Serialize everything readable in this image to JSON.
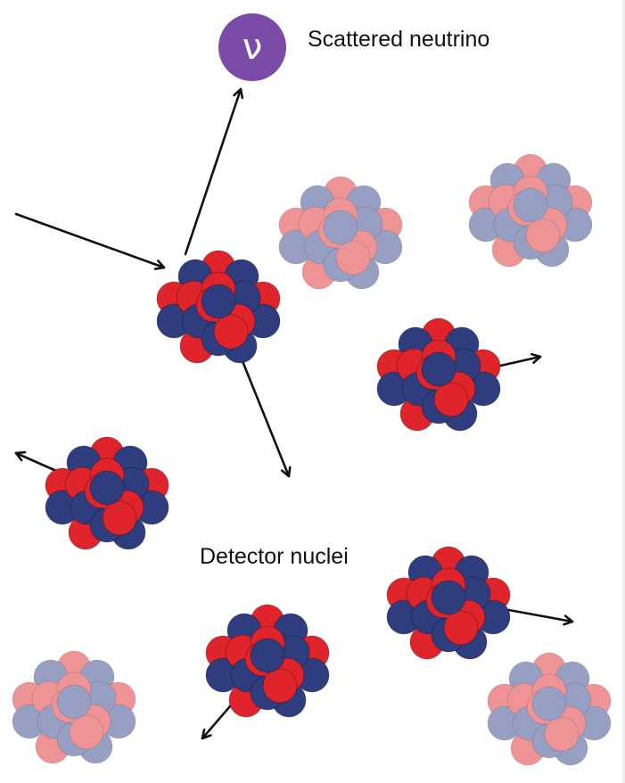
{
  "labels": {
    "neutrino_symbol": "ν",
    "scattered_neutrino": "Scattered neutrino",
    "detector_nuclei": "Detector nuclei"
  },
  "colors": {
    "neutrino": "#7b4ba8",
    "proton": "#e0242c",
    "neutron": "#2f3d7e",
    "proton_faded": "#ee9496",
    "neutron_faded": "#97a0c2",
    "arrow": "#111111"
  },
  "nuclei": [
    {
      "id": "struck-nucleus",
      "faded": false
    },
    {
      "id": "recoiling-nucleus-right",
      "faded": false
    },
    {
      "id": "recoiling-nucleus-left",
      "faded": false
    },
    {
      "id": "recoiling-nucleus-bottom-center",
      "faded": false
    },
    {
      "id": "recoiling-nucleus-bottom-right",
      "faded": false
    },
    {
      "id": "idle-nucleus-top-center",
      "faded": true
    },
    {
      "id": "idle-nucleus-top-right",
      "faded": true
    },
    {
      "id": "idle-nucleus-bottom-left",
      "faded": true
    },
    {
      "id": "idle-nucleus-bottom-right",
      "faded": true
    }
  ]
}
